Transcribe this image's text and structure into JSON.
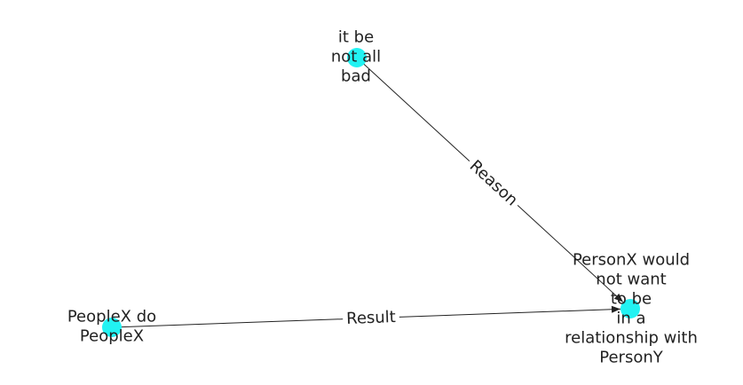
{
  "diagram": {
    "node_color": "#22f2f2",
    "nodes": [
      {
        "id": "n1",
        "label_lines": [
          "it be",
          "not all",
          "bad"
        ]
      },
      {
        "id": "n2",
        "label_lines": [
          "PersonX would",
          "not want",
          "to be",
          "in a",
          "relationship with",
          "PersonY"
        ]
      },
      {
        "id": "n3",
        "label_lines": [
          "PeopleX do",
          "PeopleX"
        ]
      }
    ],
    "edges": [
      {
        "from": "n1",
        "to": "n2",
        "label": "Reason"
      },
      {
        "from": "n3",
        "to": "n2",
        "label": "Result"
      }
    ]
  }
}
